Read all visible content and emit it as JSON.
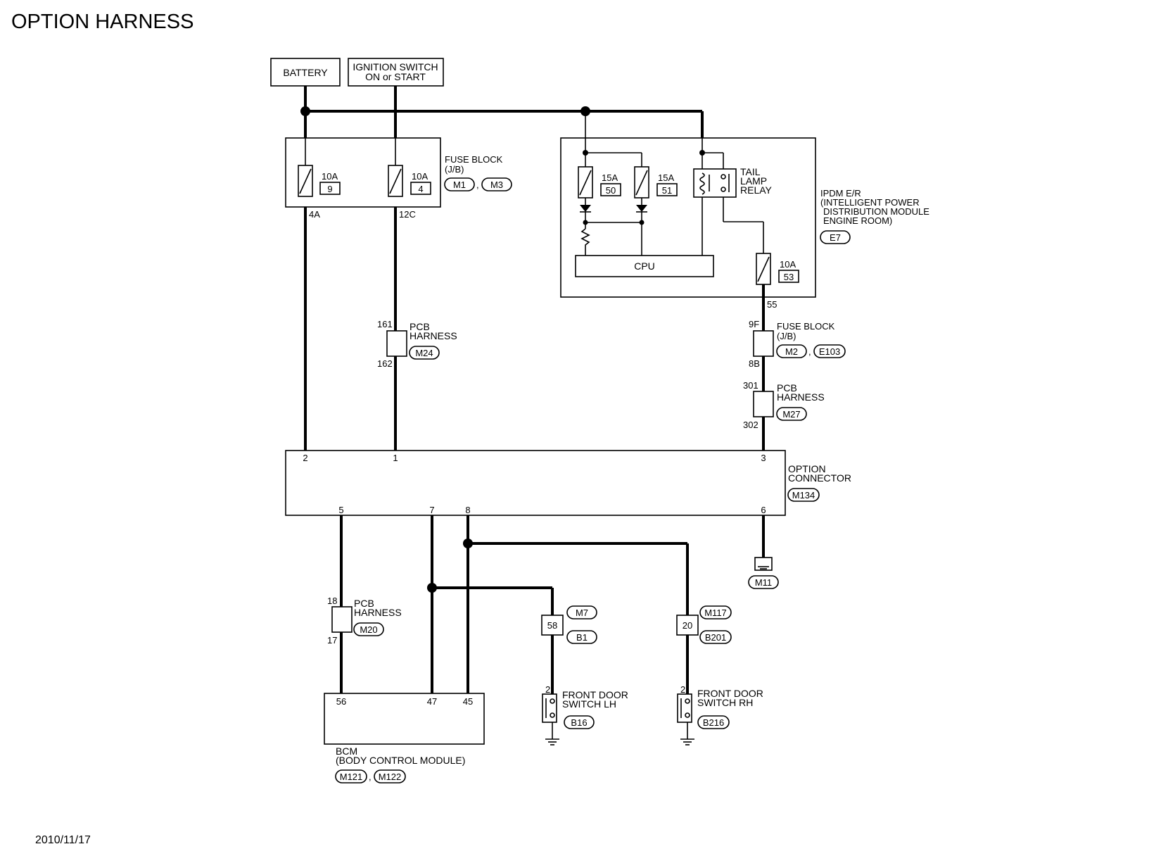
{
  "title": "OPTION HARNESS",
  "date": "2010/11/17",
  "sources": {
    "battery": "BATTERY",
    "ignition_line1": "IGNITION SWITCH",
    "ignition_line2": "ON or START"
  },
  "fuse_block_jb": {
    "line1": "FUSE BLOCK",
    "line2": "(J/B)",
    "connectors": [
      "M1",
      "M3"
    ],
    "fuses": [
      {
        "amp": "10A",
        "num": "9",
        "pin": "4A"
      },
      {
        "amp": "10A",
        "num": "4",
        "pin": "12C"
      }
    ]
  },
  "ipdm": {
    "line1": "IPDM E/R",
    "line2": "(INTELLIGENT POWER",
    "line3": "DISTRIBUTION MODULE",
    "line4": "ENGINE ROOM)",
    "connector": "E7",
    "fuses": [
      {
        "amp": "15A",
        "num": "50"
      },
      {
        "amp": "15A",
        "num": "51"
      },
      {
        "amp": "10A",
        "num": "53"
      }
    ],
    "relay_line1": "TAIL",
    "relay_line2": "LAMP",
    "relay_line3": "RELAY",
    "cpu": "CPU",
    "out_pin": "55"
  },
  "fuse_block_jb2": {
    "line1": "FUSE BLOCK",
    "line2": "(J/B)",
    "pin_in": "9F",
    "pin_out": "8B",
    "connectors": [
      "M2",
      "E103"
    ]
  },
  "pcb_m24": {
    "line1": "PCB",
    "line2": "HARNESS",
    "connector": "M24",
    "pin_in": "161",
    "pin_out": "162"
  },
  "pcb_m27": {
    "line1": "PCB",
    "line2": "HARNESS",
    "connector": "M27",
    "pin_in": "301",
    "pin_out": "302"
  },
  "pcb_m20": {
    "line1": "PCB",
    "line2": "HARNESS",
    "connector": "M20",
    "pin_in": "18",
    "pin_out": "17"
  },
  "option_connector": {
    "line1": "OPTION",
    "line2": "CONNECTOR",
    "connector": "M134",
    "pins_top": [
      "2",
      "1",
      "3"
    ],
    "pins_bottom": [
      "5",
      "7",
      "8",
      "6"
    ]
  },
  "ground_m11": "M11",
  "joint_58": {
    "num": "58",
    "connectors": [
      "M7",
      "B1"
    ]
  },
  "joint_20": {
    "num": "20",
    "connectors": [
      "M117",
      "B201"
    ]
  },
  "door_lh": {
    "line1": "FRONT DOOR",
    "line2": "SWITCH LH",
    "connector": "B16",
    "pin": "2"
  },
  "door_rh": {
    "line1": "FRONT DOOR",
    "line2": "SWITCH RH",
    "connector": "B216",
    "pin": "2"
  },
  "bcm": {
    "line1": "BCM",
    "line2": "(BODY CONTROL MODULE)",
    "connectors": [
      "M121",
      "M122"
    ],
    "pins": [
      "56",
      "47",
      "45"
    ]
  }
}
